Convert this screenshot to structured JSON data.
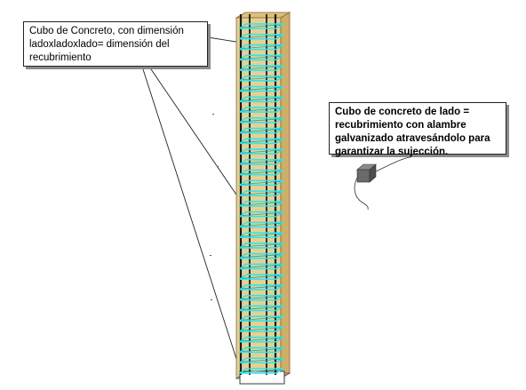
{
  "annotations": {
    "left_callout": {
      "lines": [
        "Cubo de Concreto, con dimensión",
        "ladoxladoxlado= dimensión del",
        "recubrimiento"
      ]
    },
    "right_callout": {
      "lines": [
        "Cubo de concreto de lado =",
        "recubrimiento con alambre",
        "galvanizado atravesándolo para",
        "garantizar la sujección."
      ]
    }
  },
  "colors": {
    "concrete_face": "#e8cf93",
    "concrete_side": "#cfae6a",
    "concrete_edge": "#8a6a2e",
    "rebar": "#1a1a1a",
    "stirrup": "#2ee6ea",
    "stirrup_dark": "#12a8b0",
    "cube_face": "#6a6a6a",
    "leader_line": "#222222"
  },
  "icons": {
    "column": "reinforced-concrete-column",
    "cube": "concrete-spacer-cube",
    "wire": "galvanized-wire"
  }
}
